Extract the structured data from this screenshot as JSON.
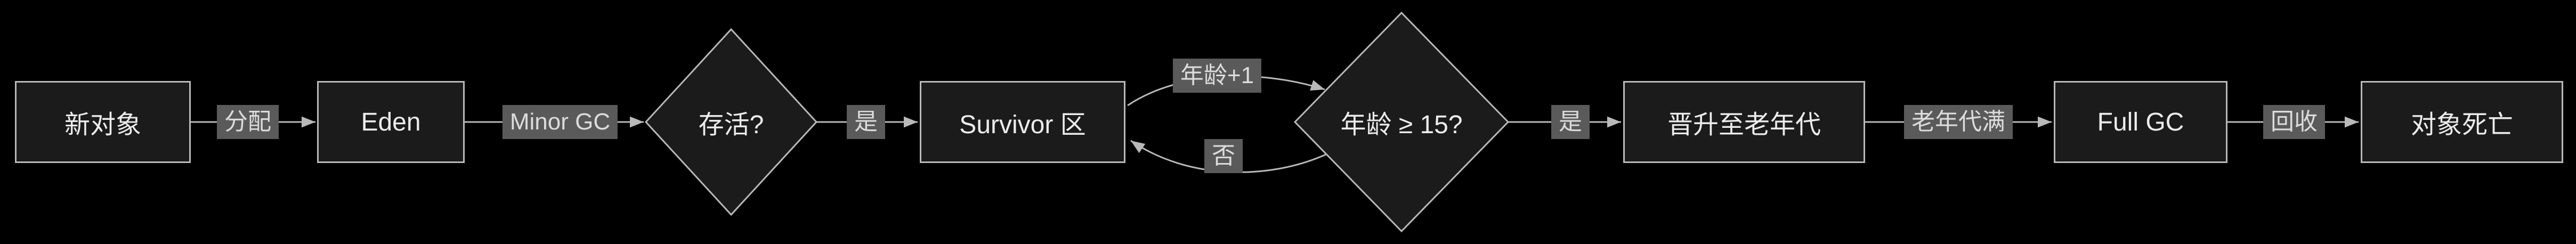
{
  "diagram": {
    "type": "flowchart",
    "direction": "left-to-right",
    "colors": {
      "bg": "#000000",
      "node_fill": "#1b1b1b",
      "node_border": "#b9b9b9",
      "node_text": "#ececec",
      "edge_color": "#b9b9b9",
      "edge_label_bg": "#5a5a5a",
      "edge_label_text": "#dcdcdc"
    },
    "nodes": {
      "new_object": {
        "label": "新对象",
        "shape": "rect"
      },
      "eden": {
        "label": "Eden",
        "shape": "rect"
      },
      "survive": {
        "label": "存活?",
        "shape": "diamond"
      },
      "survivor": {
        "label": "Survivor 区",
        "shape": "rect"
      },
      "age_check": {
        "label": "年龄 ≥ 15?",
        "shape": "diamond"
      },
      "old_gen": {
        "label": "晋升至老年代",
        "shape": "rect"
      },
      "full_gc": {
        "label": "Full GC",
        "shape": "rect"
      },
      "object_death": {
        "label": "对象死亡",
        "shape": "rect"
      }
    },
    "edges": [
      {
        "from": "new_object",
        "to": "eden",
        "label": "分配"
      },
      {
        "from": "eden",
        "to": "survive",
        "label": "Minor GC"
      },
      {
        "from": "survive",
        "to": "survivor",
        "label": "是"
      },
      {
        "from": "survivor",
        "to": "age_check",
        "label": "年龄+1"
      },
      {
        "from": "age_check",
        "to": "survivor",
        "label": "否"
      },
      {
        "from": "age_check",
        "to": "old_gen",
        "label": "是"
      },
      {
        "from": "old_gen",
        "to": "full_gc",
        "label": "老年代满"
      },
      {
        "from": "full_gc",
        "to": "object_death",
        "label": "回收"
      }
    ]
  }
}
